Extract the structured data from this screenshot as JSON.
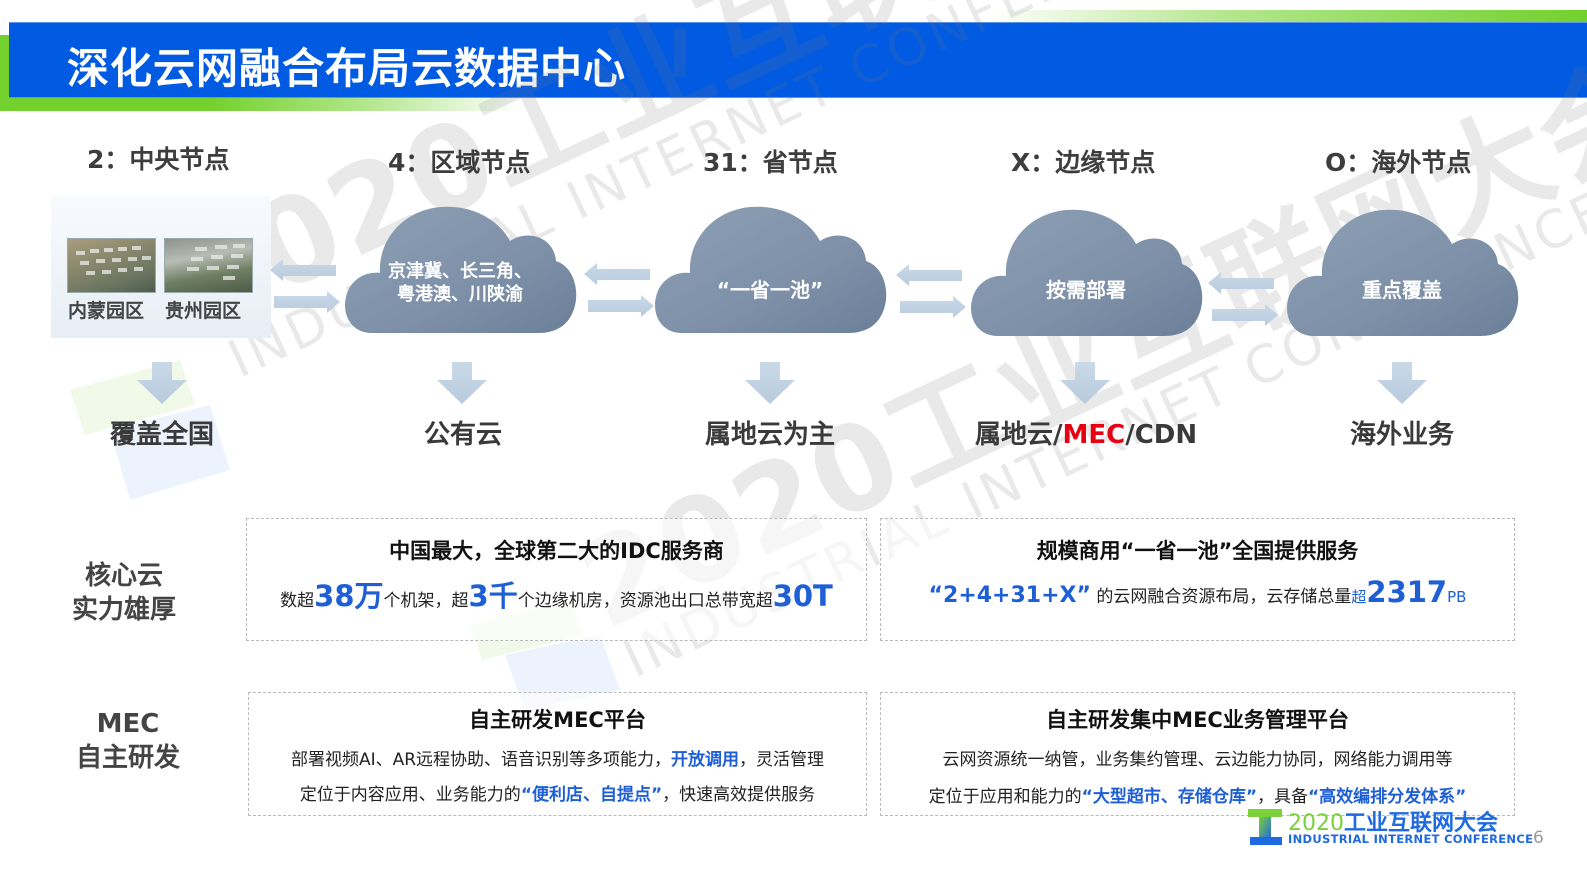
{
  "title": "深化云网融合布局云数据中心",
  "watermark": {
    "line_cn": "2020工业互联网大会",
    "line_en": "INDUSTRIAL INTERNET CONFERENCE"
  },
  "nodes": [
    {
      "header": "2：中央节点",
      "type": "panel",
      "parks": [
        "内蒙园区",
        "贵州园区"
      ],
      "outcome": "覆盖全国"
    },
    {
      "header": "4：区域节点",
      "type": "cloud",
      "cloud_lines": [
        "京津冀、长三角、",
        "粤港澳、川陕渝"
      ],
      "outcome": "公有云"
    },
    {
      "header": "31：省节点",
      "type": "cloud",
      "cloud_lines": [
        "“一省一池”"
      ],
      "outcome": "属地云为主"
    },
    {
      "header": "X：边缘节点",
      "type": "cloud",
      "cloud_lines": [
        "按需部署"
      ],
      "outcome_parts": {
        "pre": "属地云/",
        "highlight": "MEC",
        "post": "/CDN"
      }
    },
    {
      "header": "O：海外节点",
      "type": "cloud",
      "cloud_lines": [
        "重点覆盖"
      ],
      "outcome": "海外业务"
    }
  ],
  "rows": [
    {
      "label_lines": [
        "核心云",
        "实力雄厚"
      ],
      "boxes": [
        {
          "title": "中国最大，全球第二大的IDC服务商",
          "line": {
            "t1": "数超",
            "n1": "38万",
            "t2": "个机架，超",
            "n2": "3千",
            "t3": "个边缘机房，资源池出口总带宽超",
            "n3": "30T"
          }
        },
        {
          "title": "规模商用“一省一池”全国提供服务",
          "line": {
            "b1": "“2+4+31+X”",
            "t1": "的云网融合资源布局，云存储总量",
            "s1": "超",
            "n1": "2317",
            "u1": "PB"
          }
        }
      ]
    },
    {
      "label_lines": [
        "MEC",
        "自主研发"
      ],
      "boxes": [
        {
          "title": "自主研发MEC平台",
          "line1": {
            "t1": "部署视频AI、AR远程协助、语音识别等多项能力，",
            "b1": "开放调用",
            "t2": "，灵活管理"
          },
          "line2": {
            "t1": "定位于内容应用、业务能力的",
            "b1": "“便利店、自提点”",
            "t2": "，快速高效提供服务"
          }
        },
        {
          "title": "自主研发集中MEC业务管理平台",
          "line1": {
            "t1": "云网资源统一纳管，业务集约管理、云边能力协同，网络能力调用等"
          },
          "line2": {
            "t1": "定位于应用和能力的",
            "b1": "“大型超市、存储仓库”",
            "t2": "，具备",
            "b2": "“高效编排分发体系”"
          }
        }
      ]
    }
  ],
  "footer": {
    "logo_year": "2020",
    "logo_cn": "工业互联网大会",
    "logo_en": "INDUSTRIAL INTERNET CONFERENCE",
    "page_number": "6"
  },
  "colors": {
    "title_bar": "#005ae2",
    "accent_green": "#72d12c",
    "cloud_fill": "#7f93aa",
    "arrow_fill": "#c3d4e4",
    "highlight_blue": "#1e5fd6",
    "highlight_red": "#e60012"
  }
}
